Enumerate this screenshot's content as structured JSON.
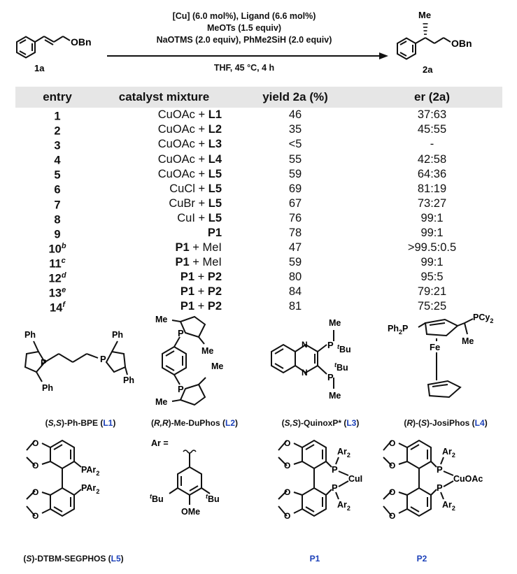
{
  "scheme": {
    "reactant_label": "1a",
    "reactant_group": "OBn",
    "product_label": "2a",
    "product_group": "OBn",
    "product_substituent": "Me",
    "conditions": [
      "[Cu] (6.0 mol%), Ligand (6.6 mol%)",
      "MeOTs (1.5 equiv)",
      "NaOTMS (2.0 equiv), PhMe2SiH (2.0 equiv)"
    ],
    "conditions_below": "THF, 45 °C, 4 h"
  },
  "table": {
    "headers": [
      "entry",
      "catalyst mixture",
      "yield 2a (%)",
      "er (2a)"
    ],
    "rows": [
      {
        "entry": "1",
        "sup": "",
        "metal": "CuOAc",
        "plus": " + ",
        "ligand": "L1",
        "yield": "46",
        "er": "37:63"
      },
      {
        "entry": "2",
        "sup": "",
        "metal": "CuOAc",
        "plus": " + ",
        "ligand": "L2",
        "yield": "35",
        "er": "45:55"
      },
      {
        "entry": "3",
        "sup": "",
        "metal": "CuOAc",
        "plus": " + ",
        "ligand": "L3",
        "yield": "<5",
        "er": "-"
      },
      {
        "entry": "4",
        "sup": "",
        "metal": "CuOAc",
        "plus": " + ",
        "ligand": "L4",
        "yield": "55",
        "er": "42:58"
      },
      {
        "entry": "5",
        "sup": "",
        "metal": "CuOAc",
        "plus": " + ",
        "ligand": "L5",
        "yield": "59",
        "er": "64:36"
      },
      {
        "entry": "6",
        "sup": "",
        "metal": "CuCl",
        "plus": " + ",
        "ligand": "L5",
        "yield": "69",
        "er": "81:19"
      },
      {
        "entry": "7",
        "sup": "",
        "metal": "CuBr",
        "plus": " + ",
        "ligand": "L5",
        "yield": "67",
        "er": "73:27"
      },
      {
        "entry": "8",
        "sup": "",
        "metal": "CuI",
        "plus": " + ",
        "ligand": "L5",
        "yield": "76",
        "er": "99:1"
      },
      {
        "entry": "9",
        "sup": "",
        "metal": "",
        "plus": "",
        "ligand": "P1",
        "yield": "78",
        "er": "99:1"
      },
      {
        "entry": "10",
        "sup": "b",
        "metal": "P1",
        "plus": " + ",
        "ligand": "MeI",
        "yield": "47",
        "er": ">99.5:0.5"
      },
      {
        "entry": "11",
        "sup": "c",
        "metal": "P1",
        "plus": " + ",
        "ligand": "MeI",
        "yield": "59",
        "er": "99:1"
      },
      {
        "entry": "12",
        "sup": "d",
        "metal": "P1",
        "plus": " + ",
        "ligand": "P2",
        "yield": "80",
        "er": "95:5"
      },
      {
        "entry": "13",
        "sup": "e",
        "metal": "P1",
        "plus": " + ",
        "ligand": "P2",
        "yield": "84",
        "er": "79:21"
      },
      {
        "entry": "14",
        "sup": "f",
        "metal": "P1",
        "plus": " + ",
        "ligand": "P2",
        "yield": "81",
        "er": "75:25"
      }
    ]
  },
  "ligands": {
    "l1": {
      "pre": "(",
      "stereo": "S,S",
      "name": ")-Ph-BPE (",
      "code": "L1",
      "post": ")"
    },
    "l2": {
      "pre": "(",
      "stereo": "R,R",
      "name": ")-Me-DuPhos (",
      "code": "L2",
      "post": ")"
    },
    "l3": {
      "pre": "(",
      "stereo": "S,S",
      "name": ")-QuinoxP* (",
      "code": "L3",
      "post": ")"
    },
    "l4": {
      "pre": "(",
      "stereo": "R",
      "name": ")-(",
      "stereo2": "S",
      "name2": ")-JosiPhos (",
      "code": "L4",
      "post": ")"
    },
    "l5": {
      "pre": "(",
      "stereo": "S",
      "name": ")-DTBM-SEGPHOS (",
      "code": "L5",
      "post": ")"
    },
    "p1": {
      "code": "P1"
    },
    "p2": {
      "code": "P2"
    },
    "ar_label": "Ar =",
    "atoms": {
      "ph": "Ph",
      "me": "Me",
      "p": "P",
      "tbu": "Bu",
      "t": "t",
      "n": "N",
      "fe": "Fe",
      "pcy2": "PCy",
      "ph2p": "Ph",
      "sub2": "2",
      "par2": "PAr",
      "ar2": "Ar",
      "o": "O",
      "ome": "OMe",
      "cui": "CuI",
      "cuoac": "CuOAc"
    }
  },
  "colors": {
    "header_bg": "#e6e6e6",
    "ligand_code": "#1a3fb8"
  }
}
